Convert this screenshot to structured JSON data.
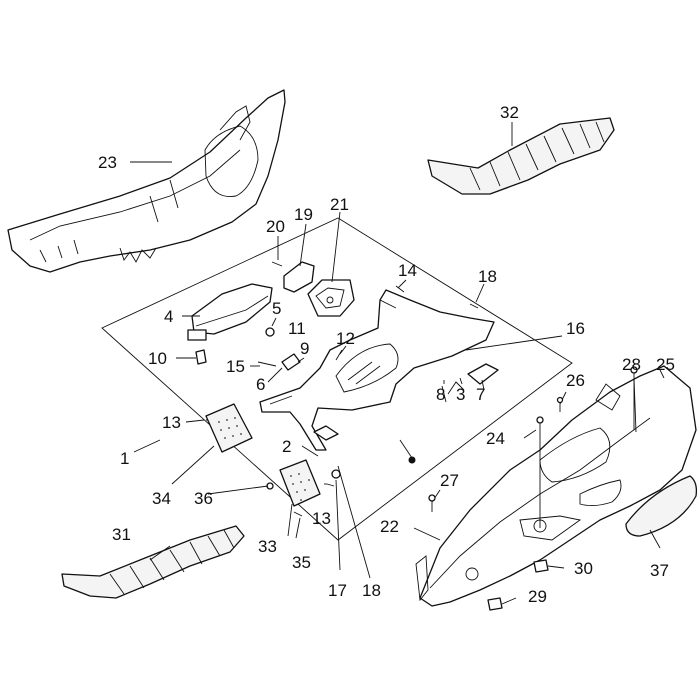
{
  "colors": {
    "line": "#111111",
    "background": "#ffffff",
    "pad_fill": "#f2f2f2"
  },
  "labels": {
    "l1": "1",
    "l2": "2",
    "l3": "3",
    "l4": "4",
    "l5": "5",
    "l6": "6",
    "l7": "7",
    "l8": "8",
    "l9": "9",
    "l10": "10",
    "l11": "11",
    "l12": "12",
    "l13a": "13",
    "l13b": "13",
    "l14": "14",
    "l15": "15",
    "l16": "16",
    "l17": "17",
    "l18a": "18",
    "l18b": "18",
    "l19": "19",
    "l20": "20",
    "l21": "21",
    "l22": "22",
    "l23": "23",
    "l24": "24",
    "l25": "25",
    "l26": "26",
    "l27": "27",
    "l28": "28",
    "l29": "29",
    "l30": "30",
    "l31": "31",
    "l32": "32",
    "l33": "33",
    "l34": "34",
    "l35": "35",
    "l36": "36",
    "l37": "37"
  }
}
